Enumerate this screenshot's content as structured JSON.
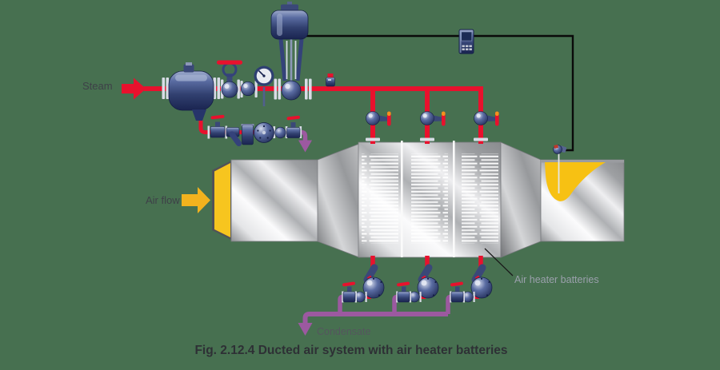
{
  "figure": {
    "caption": "Fig. 2.12.4 Ducted air system with air heater batteries"
  },
  "labels": {
    "steam": "Steam",
    "air_flow": "Air flow",
    "condensate": "Condensate",
    "air_heater_batteries": "Air heater batteries"
  },
  "colors": {
    "background_green": "#477050",
    "steam_pipe_red": "#E8112D",
    "condensate_purple": "#9C59A0",
    "air_arrow_yellow": "#F2B21E",
    "duct_inlet_yellow": "#F7C51F",
    "heated_air_yellow": "#F7C113",
    "component_navy": "#3D4E7E",
    "signal_line_black": "#0A0A0A",
    "duct_steel_light": "#FBFBFC",
    "duct_steel_dark": "#8A8C8F",
    "caption_text": "#2E3035",
    "label_text": "#3E4048",
    "battery_label_text": "#9BA0AC"
  },
  "icons": {
    "steam-arrow-icon": "right-pointing red arrow",
    "air-flow-arrow-icon": "right-pointing yellow arrow",
    "condensate-arrow-icon": "down-pointing purple arrow",
    "separator-icon": "steam separator vessel",
    "isolation-valve-icon": "handwheel globe valve",
    "pressure-gauge-icon": "dial gauge",
    "control-valve-icon": "pneumatic actuator control valve",
    "controller-icon": "temperature controller unit",
    "temperature-sensor-icon": "duct temperature probe",
    "heater-battery-icon": "finned air heater battery",
    "float-trap-icon": "ball float steam trap",
    "strainer-icon": "Y-type strainer",
    "check-valve-icon": "disc check valve"
  }
}
